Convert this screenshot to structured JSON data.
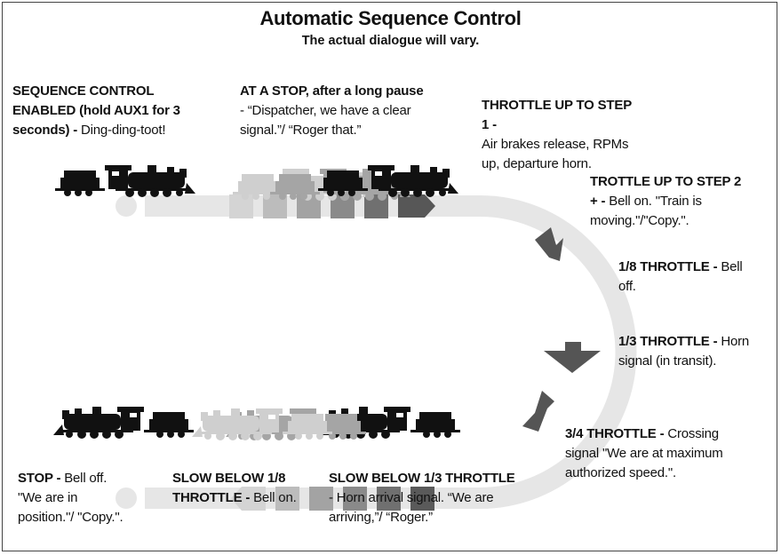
{
  "title": "Automatic Sequence Control",
  "subtitle": "The actual dialogue will vary.",
  "colors": {
    "track": "#e6e6e6",
    "arrow_dark": "#555555",
    "train": "#111111",
    "square_shades": [
      "#d4d4d4",
      "#bcbcbc",
      "#a3a3a3",
      "#8a8a8a",
      "#707070",
      "#575757"
    ]
  },
  "steps": [
    {
      "heading": "SEQUENCE CONTROL ENABLED (hold AUX1 for 3 seconds) -",
      "text": "Ding-ding-toot!"
    },
    {
      "heading": "AT A STOP, after a long pause",
      "text": "- “Dispatcher, we have a clear signal.”/ “Roger that.”"
    },
    {
      "heading": "THROTTLE UP TO STEP 1 -",
      "text": "Air brakes release, RPMs up, departure horn."
    },
    {
      "heading": "TROTTLE UP TO STEP 2 + -",
      "text": "Bell on. \"Train is moving.\"/\"Copy.\"."
    },
    {
      "heading": "1/8 THROTTLE -",
      "text": "Bell off."
    },
    {
      "heading": "1/3 THROTTLE -",
      "text": "Horn signal (in transit)."
    },
    {
      "heading": "3/4 THROTTLE -",
      "text": "Crossing signal \"We are at maximum authorized speed.\"."
    },
    {
      "heading": "SLOW BELOW 1/3 THROTTLE",
      "text": "- Horn arrival signal. “We are arriving,”/ “Roger.”"
    },
    {
      "heading": "SLOW BELOW 1/8 THROTTLE -",
      "text": "Bell on."
    },
    {
      "heading": "STOP -",
      "text": "Bell off. \"We are in position.\"/ \"Copy.\"."
    }
  ]
}
